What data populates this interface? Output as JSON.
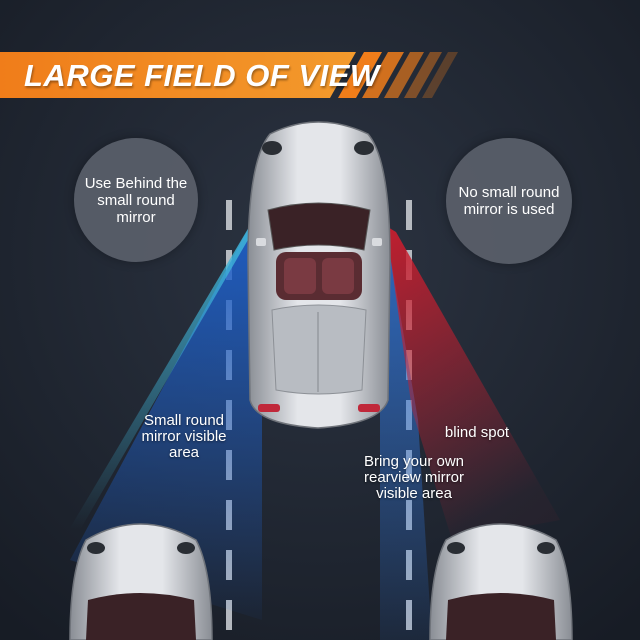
{
  "banner": {
    "title": "LARGE FIELD OF VIEW",
    "color": "#f07d1a"
  },
  "bubbles": {
    "left": "Use Behind the small round mirror",
    "right": "No small round mirror is used"
  },
  "labels": {
    "small_mirror_area": "Small round mirror visible area",
    "blind_spot": "blind spot",
    "rearview_area": "Bring your own rearview mirror visible area"
  },
  "colors": {
    "background": "#222a36",
    "blue_zone": "#1e5fc8",
    "red_zone": "#c81e2e",
    "car_body": "#c9ccd1"
  }
}
